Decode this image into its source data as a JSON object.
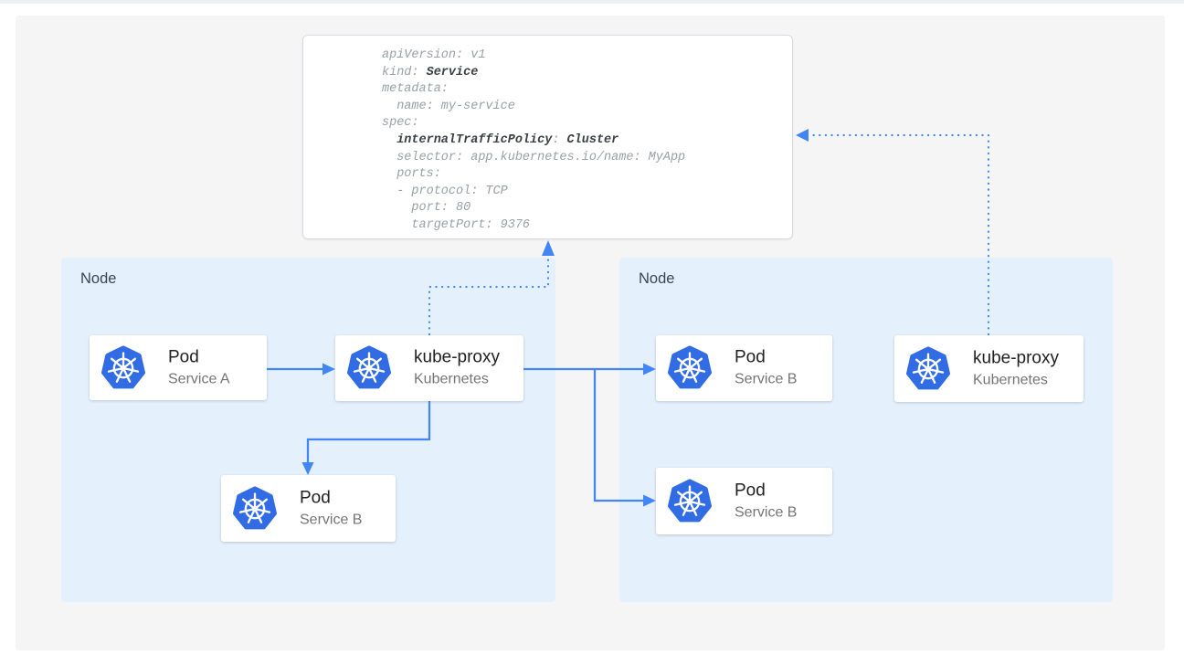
{
  "yaml": {
    "l1": "apiVersion: v1",
    "l2a": "kind: ",
    "l2b": "Service",
    "l3": "metadata:",
    "l4": "  name: my-service",
    "l5": "spec:",
    "l6a": "  ",
    "l6b": "internalTrafficPolicy",
    "l6c": ": ",
    "l6d": "Cluster",
    "l7": "  selector: app.kubernetes.io/name: MyApp",
    "l8": "  ports:",
    "l9": "  - protocol: TCP",
    "l10": "    port: 80",
    "l11": "    targetPort: 9376"
  },
  "nodes": {
    "left": {
      "label": "Node"
    },
    "right": {
      "label": "Node"
    }
  },
  "cards": {
    "pod_a": {
      "title": "Pod",
      "subtitle": "Service A",
      "icon": "kubernetes-icon"
    },
    "kube_proxy_left": {
      "title": "kube-proxy",
      "subtitle": "Kubernetes",
      "icon": "kubernetes-icon"
    },
    "pod_b_left": {
      "title": "Pod",
      "subtitle": "Service B",
      "icon": "kubernetes-icon"
    },
    "pod_b_right_1": {
      "title": "Pod",
      "subtitle": "Service B",
      "icon": "kubernetes-icon"
    },
    "pod_b_right_2": {
      "title": "Pod",
      "subtitle": "Service B",
      "icon": "kubernetes-icon"
    },
    "kube_proxy_right": {
      "title": "kube-proxy",
      "subtitle": "Kubernetes",
      "icon": "kubernetes-icon"
    }
  },
  "colors": {
    "arrow_blue": "#4285f4",
    "kubernetes_blue": "#326ce5",
    "node_background": "#e4f1fd",
    "canvas_background": "#f5f5f6",
    "code_gray": "#9aa0a6",
    "code_bold_dark": "#3c4043"
  }
}
